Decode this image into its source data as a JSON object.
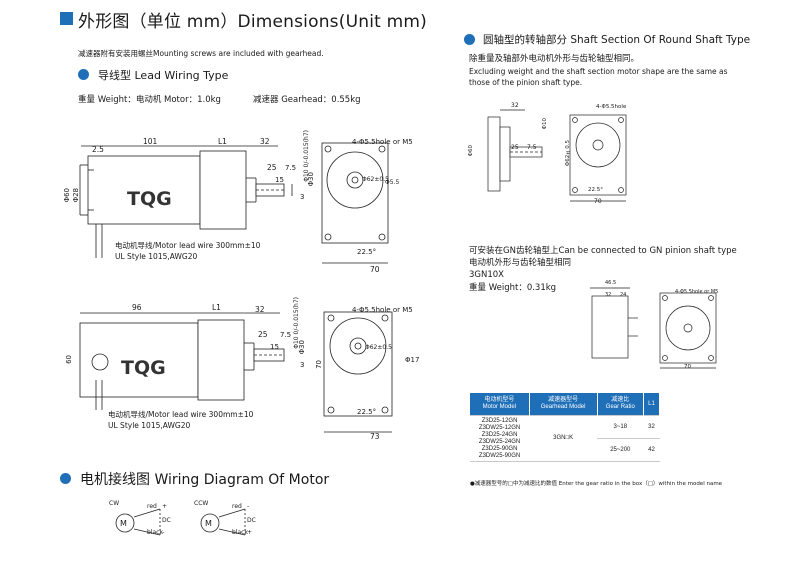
{
  "header": {
    "title": "外形图（单位 mm）Dimensions(Unit mm)",
    "note": "减速器附有安装用螺丝Mounting screws are included with gearhead."
  },
  "lead_section": {
    "title": "导线型 Lead Wiring Type",
    "weight_motor": "重量 Weight：电动机 Motor：1.0kg",
    "weight_gear": "减速器 Gearhead：0.55kg"
  },
  "drawing1": {
    "dims": [
      "101",
      "L1",
      "32",
      "2.5",
      "25",
      "15",
      "7.5",
      "Φ10 0/-0.015(h7)",
      "Φ30",
      "3",
      "Φ60",
      "Φ28",
      "4-Φ5.5hole or M5",
      "Φ5.5",
      "Φ62±0.5",
      "22.5°",
      "70"
    ],
    "brand": "TQG",
    "lead_label": "电动机导线/Motor lead wire 300mm±10",
    "ul_label": "UL Style 1015,AWG20"
  },
  "drawing2": {
    "dims": [
      "96",
      "L1",
      "32",
      "25",
      "15",
      "7.5",
      "Φ10 0/-0.015(h7)",
      "Φ30",
      "3",
      "60",
      "4-Φ5.5hole or M5",
      "Φ62±0.5",
      "Φ17",
      "22.5°",
      "70",
      "73"
    ],
    "brand": "TQG",
    "lead_label": "电动机导线/Motor lead wire 300mm±10",
    "ul_label": "UL Style 1015,AWG20"
  },
  "wiring_section": {
    "title": "电机接线图 Wiring Diagram Of Motor",
    "cw": "CW",
    "ccw": "CCW",
    "red": "red",
    "black": "black",
    "dc": "DC",
    "plus": "+",
    "minus": "-",
    "m": "M"
  },
  "round_shaft": {
    "title": "圆轴型的转轴部分 Shaft Section Of Round Shaft Type",
    "desc_cn": "除重量及轴部外电动机外形与齿轮轴型相同。",
    "desc_en1": "Excluding weight and the shaft section motor shape are the same as",
    "desc_en2": "those of the pinion shaft type.",
    "dims": [
      "32",
      "25",
      "7.5",
      "4-Φ5.5hole",
      "Φ10",
      "Φ60",
      "Φ62±0.5",
      "22.5°",
      "70"
    ]
  },
  "gn_section": {
    "line1": "可安装在GN齿轮轴型上Can be connected to GN pinion shaft type",
    "line2": "电动机外形与齿轮轴型相同",
    "model": "3GN10X",
    "weight": "重量 Weight：0.31kg",
    "dims": [
      "46.5",
      "32",
      "24",
      "4-Φ5.5hole or M5",
      "70"
    ]
  },
  "model_table": {
    "headers": [
      {
        "cn": "电动机型号",
        "en": "Motor Model"
      },
      {
        "cn": "减速器型号",
        "en": "Gearhead Model"
      },
      {
        "cn": "减速比",
        "en": "Gear Ratio"
      },
      {
        "cn": "L1",
        "en": ""
      }
    ],
    "motor_models": [
      "Z3D25-12GN",
      "Z3DW25-12GN",
      "Z3D25-24GN",
      "Z3DW25-24GN",
      "Z3D25-90GN",
      "Z3DW25-90GN"
    ],
    "gearhead": "3GN□K",
    "ratios": [
      {
        "ratio": "3~18",
        "l1": "32"
      },
      {
        "ratio": "25~200",
        "l1": "42"
      }
    ],
    "footnote": "●减速器型号的□中为减速比的数值 Enter the gear ratio in the box（□）within the model name"
  },
  "colors": {
    "accent": "#1f6fb8",
    "line": "#222222"
  }
}
